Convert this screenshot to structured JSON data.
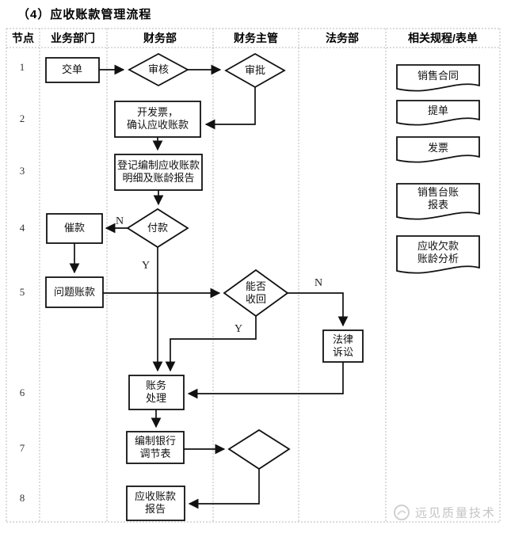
{
  "title": "（4）应收账款管理流程",
  "table": {
    "columns": [
      {
        "label": "节点"
      },
      {
        "label": "业务部门"
      },
      {
        "label": "财务部"
      },
      {
        "label": "财务主管"
      },
      {
        "label": "法务部"
      },
      {
        "label": "相关规程/表单"
      }
    ],
    "node_ids": [
      "1",
      "2",
      "3",
      "4",
      "5",
      "6",
      "7",
      "8"
    ]
  },
  "flowchart": {
    "steps": {
      "submit_order": "交单",
      "review1": "审核",
      "approve": "审批",
      "issue_invoice": "开发票，\n确认应收账款",
      "register_receivables": "登记编制应收账款\n明细及账龄报告",
      "payment": "付款",
      "collection": "催款",
      "problem_accounts": "问题账款",
      "recoverable": "能否\n收回",
      "legal_action": "法律\n诉讼",
      "account_processing": "账务\n处理",
      "bank_reconciliation": "编制银行\n调节表",
      "receivables_report": "应收账款\n报告"
    },
    "branch_labels": {
      "payment_no": "N",
      "payment_yes": "Y",
      "recoverable_no": "N",
      "recoverable_yes": "Y"
    }
  },
  "documents": [
    "销售合同",
    "提单",
    "发票",
    "销售台账\n报表",
    "应收欠款\n账龄分析"
  ],
  "watermark": "远见质量技术",
  "colors": {
    "line": "#1a1a1a",
    "grid": "#b8b8b8",
    "watermark": "#c4c4c4"
  }
}
